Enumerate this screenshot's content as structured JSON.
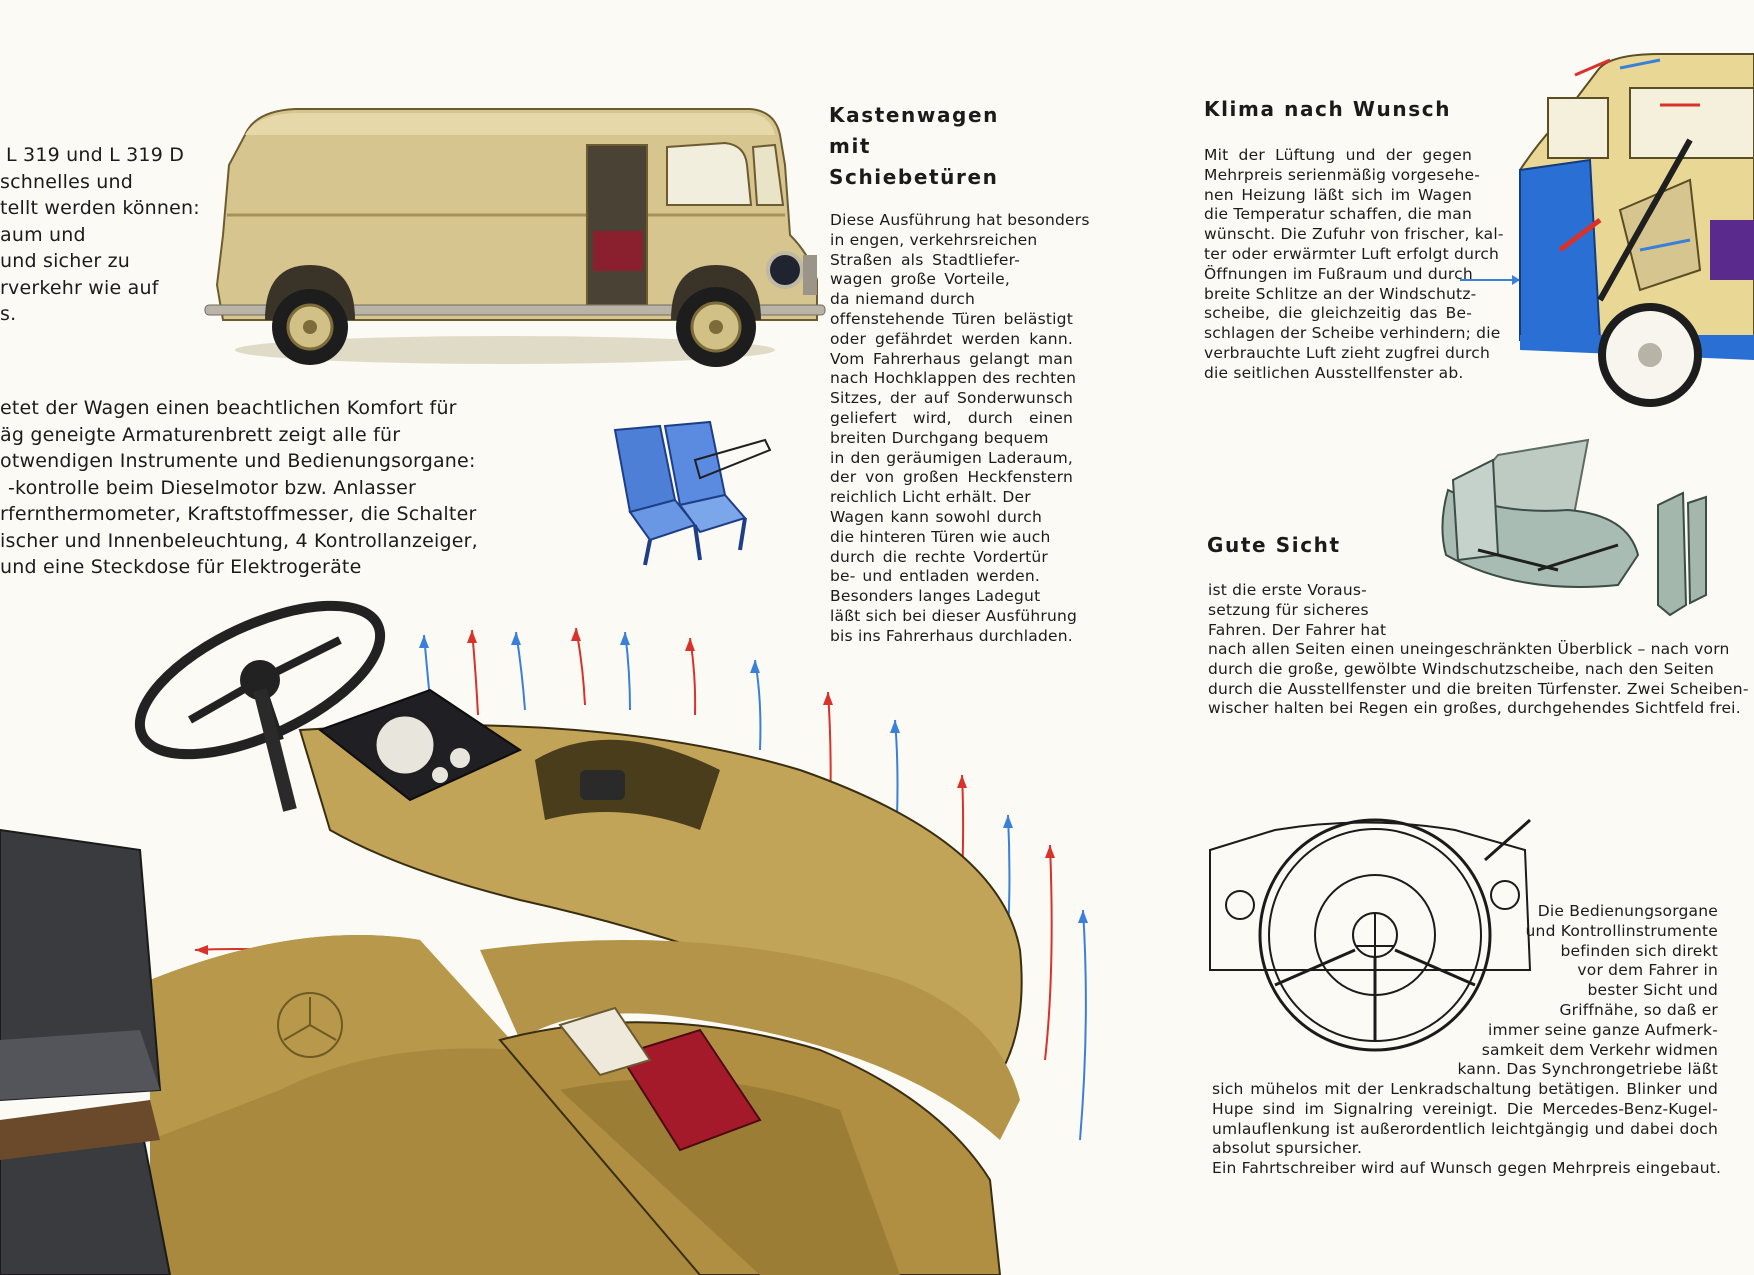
{
  "left_column": {
    "intro_lines": [
      "L 319 und L 319 D",
      "schnelles und",
      "tellt werden können:",
      "aum und",
      "und sicher zu",
      "rverkehr wie auf",
      "s."
    ],
    "comfort_lines": [
      "etet der Wagen einen beachtlichen Komfort für",
      "äg geneigte Armaturenbrett zeigt alle für",
      "otwendigen Instrumente und Bedienungsorgane:",
      "-kontrolle beim Dieselmotor bzw. Anlasser",
      "rfernthermometer, Kraftstoffmesser, die Schalter",
      "ischer und Innenbeleuchtung, 4 Kontrollanzeiger,",
      "und eine Steckdose für Elektrogeräte"
    ]
  },
  "kastenwagen": {
    "heading_lines": [
      "Kastenwagen",
      "mit",
      "Schiebetüren"
    ],
    "body_lines": [
      "Diese Ausführung hat besonders",
      "in engen, verkehrsreichen",
      "Straßen als Stadtliefer-",
      "wagen große Vorteile,",
      "da niemand durch",
      "offenstehende Türen belästigt",
      "oder gefährdet werden kann.",
      "Vom Fahrerhaus gelangt man",
      "nach Hochklappen des rechten",
      "Sitzes, der auf Sonderwunsch",
      "geliefert wird, durch einen",
      "breiten Durchgang bequem",
      "in den geräumigen Laderaum,",
      "der von großen Heckfenstern",
      "reichlich Licht erhält. Der",
      "Wagen kann sowohl durch",
      "die hinteren Türen wie auch",
      "durch die rechte Vordertür",
      "be- und entladen werden.",
      "Besonders langes Ladegut",
      "läßt sich bei dieser Ausführung",
      "bis ins Fahrerhaus durchladen."
    ]
  },
  "klima": {
    "heading": "Klima nach Wunsch",
    "body_lines": [
      "Mit der Lüftung und der gegen",
      "Mehrpreis serienmäßig vorgesehe-",
      "nen Heizung läßt sich im Wagen",
      "die Temperatur schaffen, die man",
      "wünscht. Die Zufuhr von frischer, kal-",
      "ter oder erwärmter Luft erfolgt durch",
      "Öffnungen im Fußraum und durch",
      "breite Schlitze an der Windschutz-",
      "scheibe, die gleichzeitig das Be-",
      "schlagen der Scheibe verhindern; die",
      "verbrauchte Luft zieht zugfrei durch",
      "die seitlichen Ausstellfenster ab."
    ]
  },
  "sicht": {
    "heading": "Gute Sicht",
    "body_short_lines": [
      "ist die erste Voraus-",
      "setzung für sicheres",
      "Fahren. Der Fahrer hat"
    ],
    "body_lines": [
      "nach allen Seiten einen uneingeschränkten Überblick – nach vorn",
      "durch die große, gewölbte Windschutzscheibe, nach den Seiten",
      "durch die Ausstellfenster und die breiten Türfenster. Zwei Scheiben-",
      "wischer halten bei Regen ein großes, durchgehendes Sichtfeld frei."
    ]
  },
  "bedienung": {
    "right_lines": [
      "Die Bedienungsorgane",
      "und Kontrollinstrumente",
      "befinden sich direkt",
      "vor dem Fahrer in",
      "bester Sicht und",
      "Griffnähe, so daß er",
      "immer seine ganze Aufmerk-",
      "samkeit dem Verkehr widmen",
      "kann. Das Synchrongetriebe läßt"
    ],
    "full_lines": [
      "sich mühelos mit der Lenkradschaltung betätigen. Blinker und",
      "Hupe sind im Signalring vereinigt. Die Mercedes-Benz-Kugel-",
      "umlauflenkung ist außerordentlich leichtgängig und dabei doch",
      "absolut spursicher."
    ],
    "last_line": "Ein Fahrtschreiber wird auf Wunsch gegen Mehrpreis eingebaut."
  },
  "colors": {
    "paper": "#fbfaf4",
    "van_body": "#d7c58f",
    "dash": "#a8893e",
    "cab_blue": "#2a6fd3",
    "air_red": "#d8322a",
    "air_blue": "#3a7fd8"
  },
  "icons": [
    "van-illustration",
    "seat-illustration",
    "cab-cutaway-illustration",
    "window-panes-illustration",
    "steering-wheel-diagram",
    "dashboard-illustration",
    "arrow-right-icon"
  ]
}
